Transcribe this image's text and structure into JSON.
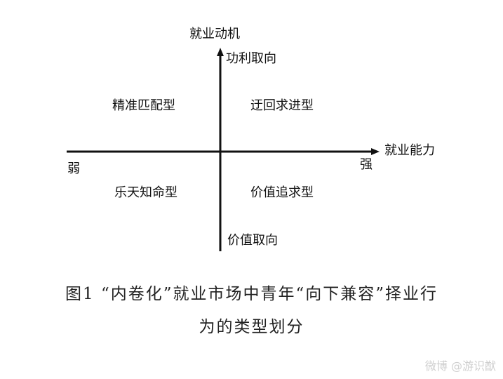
{
  "diagram": {
    "y_axis_title": "就业动机",
    "y_axis_top": "功利取向",
    "y_axis_bottom": "价值取向",
    "x_axis_title": "就业能力",
    "x_axis_left": "弱",
    "x_axis_right": "强",
    "quadrants": {
      "top_left": "精准匹配型",
      "top_right": "迂回求进型",
      "bottom_left": "乐天知命型",
      "bottom_right": "价值追求型"
    }
  },
  "caption": {
    "line1": "图1 “内卷化”就业市场中青年“向下兼容”择业行",
    "line2": "为的类型划分"
  },
  "watermark": "微博 @游识猷",
  "colors": {
    "axis": "#111111",
    "text": "#111111"
  }
}
